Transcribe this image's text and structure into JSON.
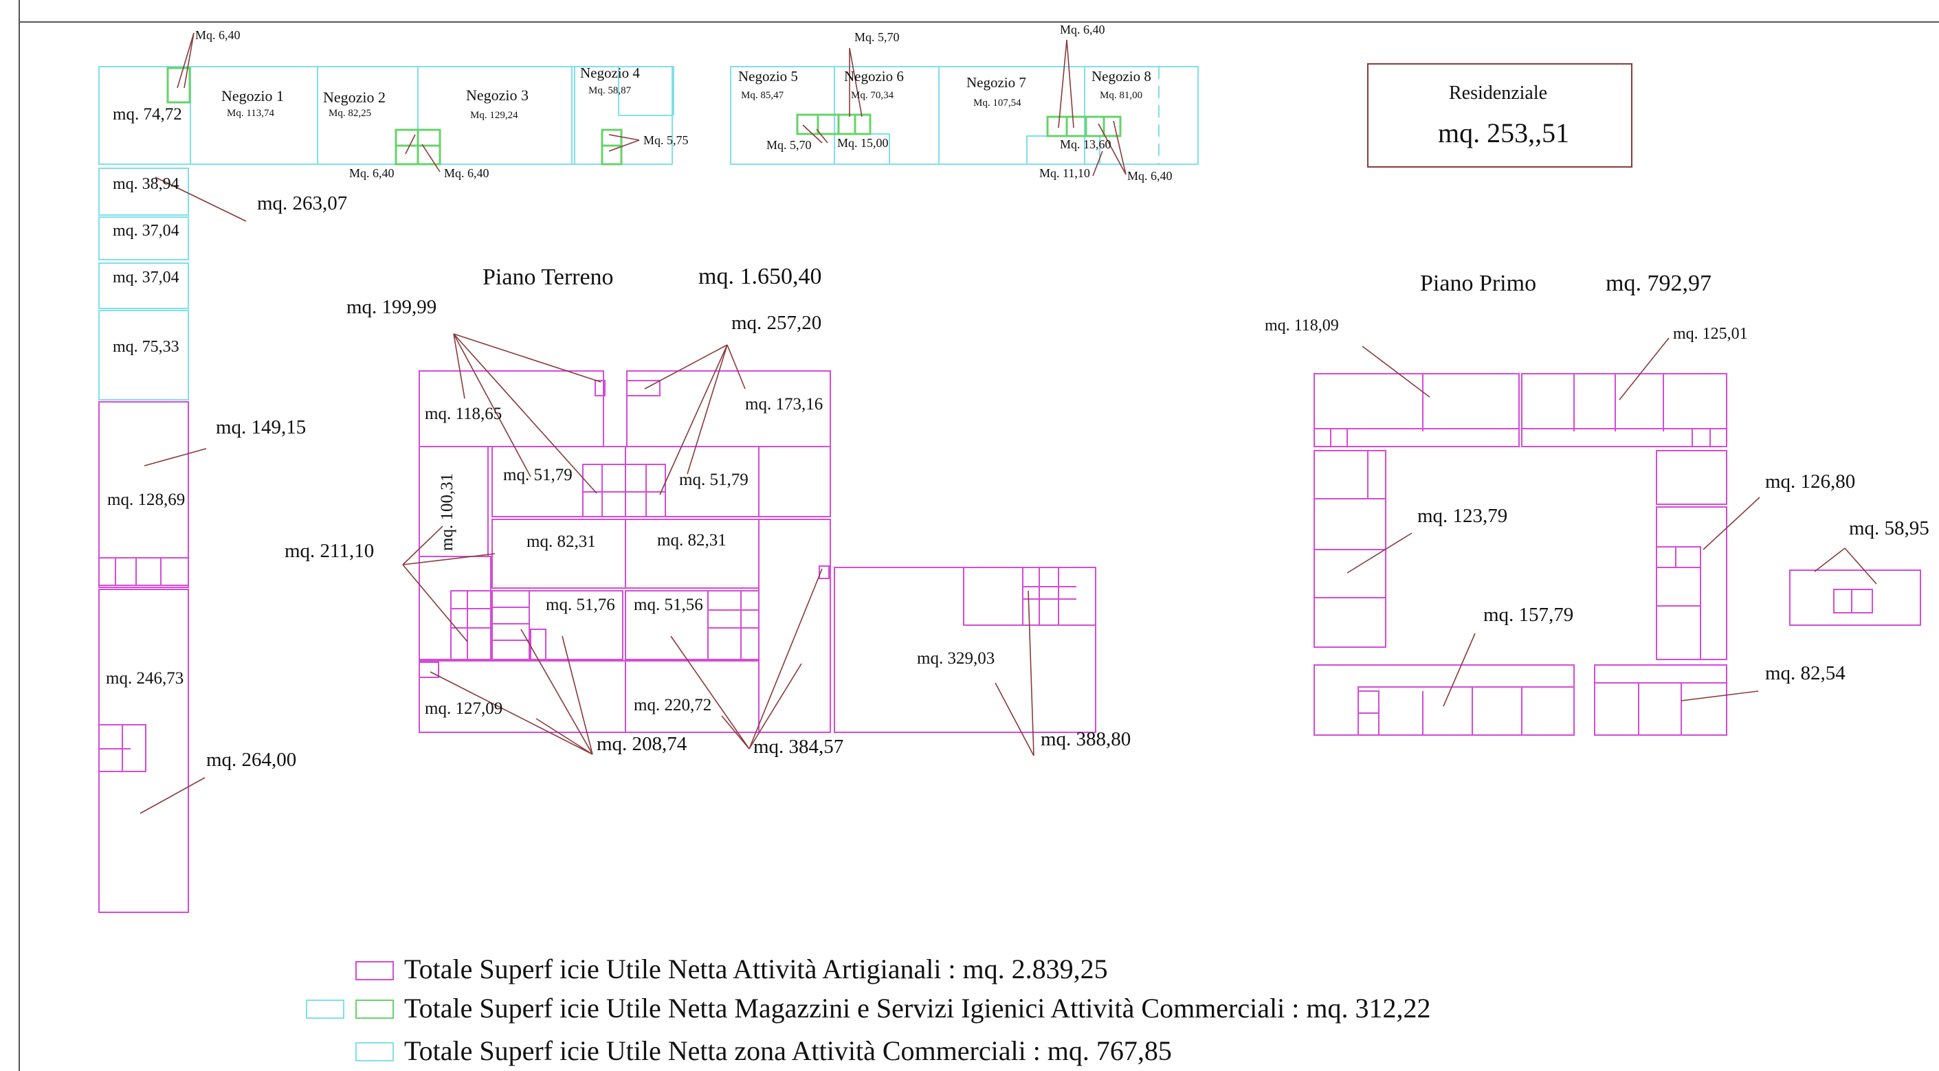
{
  "colors": {
    "artigianali": "#d54bd8",
    "commerciali": "#7fe0ea",
    "servizi": "#67d36a",
    "leader": "#8a3a3a",
    "residenziale_frame": "#8a3a3a"
  },
  "titles": {
    "terreno_label": "Piano Terreno",
    "terreno_area": "mq. 1.650,40",
    "primo_label": "Piano Primo",
    "primo_area": "mq. 792,97"
  },
  "residenziale": {
    "label": "Residenziale",
    "area": "mq. 253,,51"
  },
  "shops": {
    "negozio1": "Negozio  1",
    "negozio1_area": "Mq. 113,74",
    "negozio2": "Negozio  2",
    "negozio2_area": "Mq. 82,25",
    "negozio3": "Negozio  3",
    "negozio3_area": "Mq. 129,24",
    "negozio4": "Negozio  4",
    "negozio4_area": "Mq. 58,87",
    "negozio5": "Negozio  5",
    "negozio5_area": "Mq. 85,47",
    "negozio6": "Negozio  6",
    "negozio6_area": "Mq. 70,34",
    "negozio7": "Negozio  7",
    "negozio7_area": "Mq. 107,54",
    "negozio8": "Negozio  8",
    "negozio8_area": "Mq. 81,00"
  },
  "small_areas": {
    "a640_top1": "Mq. 6,40",
    "a640_n2a": "Mq. 6,40",
    "a640_n2b": "Mq. 6,40",
    "a575": "Mq. 5,75",
    "a570_top": "Mq. 5,70",
    "a570_bot": "Mq. 5,70",
    "a1500": "Mq. 15,00",
    "a640_top2": "Mq. 6,40",
    "a1360": "Mq. 13,60",
    "a1110": "Mq. 11,10",
    "a640_n8": "Mq. 6,40"
  },
  "areas": {
    "left_7472": "mq. 74,72",
    "left_3894": "mq. 38,94",
    "left_3704a": "mq. 37,04",
    "left_3704b": "mq. 37,04",
    "left_7533": "mq. 75,33",
    "left_26307": "mq. 263,07",
    "left_14915": "mq. 149,15",
    "left_12869": "mq. 128,69",
    "left_24673": "mq. 246,73",
    "left_26400": "mq. 264,00",
    "t_19999": "mq. 199,99",
    "t_25720": "mq. 257,20",
    "t_11865": "mq. 118,65",
    "t_17316": "mq. 173,16",
    "t_5179a": "mq. 51,79",
    "t_5179b": "mq. 51,79",
    "t_10031": "mq. 100,31",
    "t_21110": "mq. 211,10",
    "t_8231a": "mq. 82,31",
    "t_8231b": "mq. 82,31",
    "t_5176": "mq. 51,76",
    "t_5156": "mq. 51,56",
    "t_32903": "mq. 329,03",
    "t_12709": "mq. 127,09",
    "t_22072": "mq. 220,72",
    "t_20874": "mq. 208,74",
    "t_38457": "mq. 384,57",
    "t_38880": "mq. 388,80",
    "p_11809": "mq. 118,09",
    "p_12501": "mq. 125,01",
    "p_12680": "mq. 126,80",
    "p_12379": "mq. 123,79",
    "p_5895": "mq. 58,95",
    "p_15779": "mq. 157,79",
    "p_8254": "mq. 82,54"
  },
  "legend": [
    {
      "text": "Totale Superf icie Utile Netta Attività Artigianali  :   mq. 2.839,25"
    },
    {
      "text": "Totale Superf icie Utile Netta Magazzini e Servizi Igienici Attività Commerciali :   mq. 312,22"
    },
    {
      "text": "Totale Superf icie Utile Netta zona Attività Commerciali :   mq. 767,85"
    }
  ]
}
